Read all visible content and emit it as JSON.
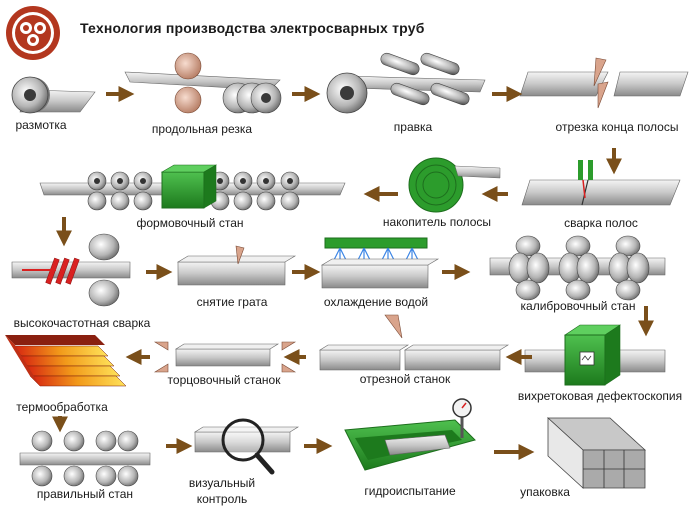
{
  "title": "Технология производства электросварных труб",
  "logo": {
    "colors": [
      "#b3371f",
      "#ffffff"
    ],
    "icon": "three-circles-logo"
  },
  "colors": {
    "arrow": "#7a4f1a",
    "steel_light": "#e6e6e6",
    "steel_dark": "#8c8c8c",
    "green": "#2c9c2c",
    "copper": "#d9a48c",
    "red": "#d92020",
    "water": "#3d86e6"
  },
  "steps": {
    "unwinding": "размотка",
    "slitting": "продольная резка",
    "straightening": "правка",
    "strip_end_cutting": "отрезка конца полосы",
    "strip_welding": "сварка полос",
    "strip_accumulator": "накопитель полосы",
    "forming_mill": "формовочный стан",
    "hf_welding": "высокочастотная сварка",
    "deburring": "снятие грата",
    "water_cooling": "охлаждение водой",
    "sizing_mill": "калибровочный стан",
    "eddy_current_testing": "вихретоковая дефектоскопия",
    "cutoff_machine": "отрезной станок",
    "end_facing_machine": "торцовочный станок",
    "heat_treatment": "термообработка",
    "straightening_mill": "правильный стан",
    "visual_inspection_line1": "визуальный",
    "visual_inspection_line2": "контроль",
    "hydrotest": "гидроиспытание",
    "packing": "упаковка"
  }
}
